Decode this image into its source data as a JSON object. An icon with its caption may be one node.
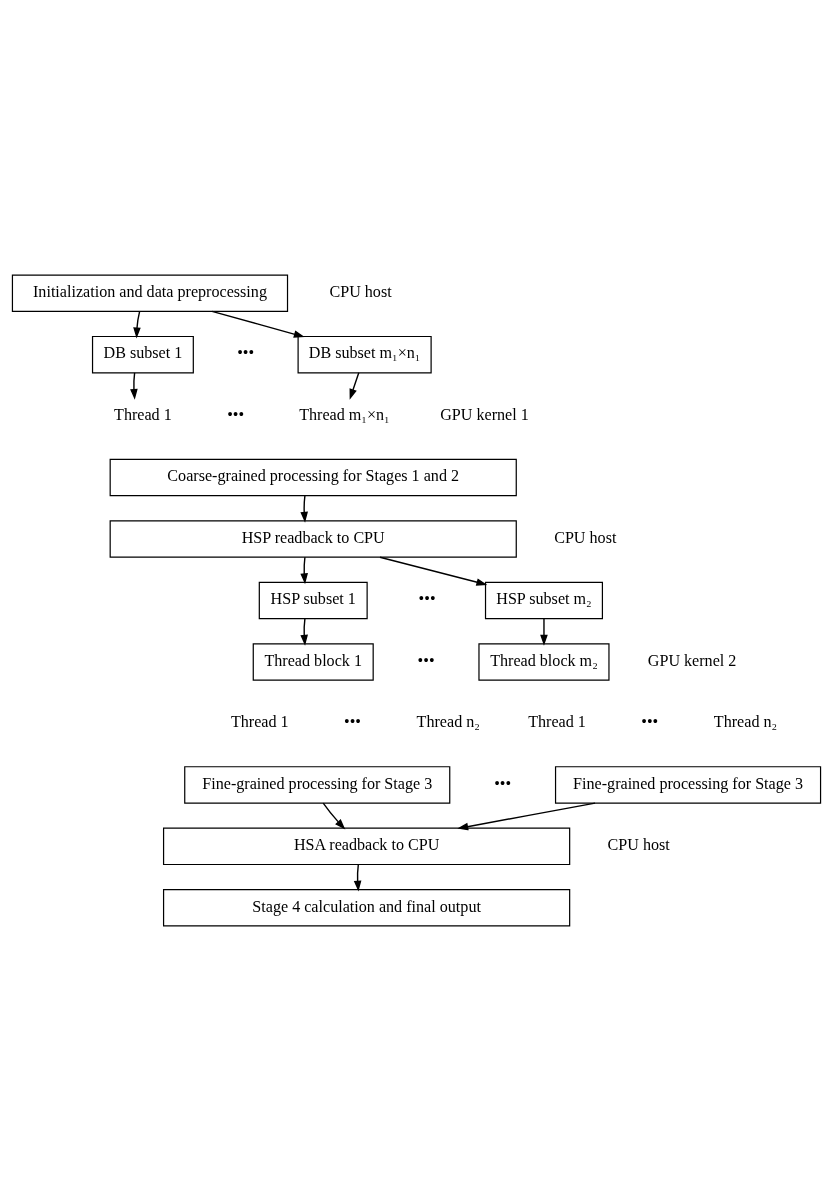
{
  "diagram": {
    "nodes": [
      {
        "text": [
          "Initialization and data preprocessing"
        ]
      },
      {
        "text": [
          "DB subset 1"
        ]
      },
      {
        "text": [
          "DB subset m₁×n₁"
        ]
      },
      {
        "text": [
          "Thread 1"
        ]
      },
      {
        "text": [
          "Thread m₁×n₁"
        ]
      },
      {
        "text": [
          "Coarse-grained processing for Stages 1 and 2"
        ]
      },
      {
        "text": [
          "HSP readback to CPU"
        ]
      },
      {
        "text": [
          "HSP subset 1"
        ]
      },
      {
        "text": [
          "HSP subset m₂"
        ]
      },
      {
        "text": [
          "Thread block 1"
        ]
      },
      {
        "text": [
          "Thread block m₂"
        ]
      },
      {
        "text": [
          "Fine-grained processing for Stage 3"
        ]
      },
      {
        "text": [
          "Fine-grained processing for Stage 3"
        ]
      },
      {
        "text": [
          "HSA readback to CPU"
        ]
      },
      {
        "text": [
          "Stage 4 calculation and final output"
        ]
      }
    ],
    "edges": [
      {
        "from": 0,
        "to": 1,
        "arrow": "to"
      },
      {
        "from": 0,
        "to": 2,
        "arrow": "to"
      },
      {
        "from": 1,
        "to": 3,
        "arrow": "to"
      },
      {
        "from": 2,
        "to": 4,
        "arrow": "to"
      },
      {
        "from": 5,
        "to": 6,
        "arrow": "to"
      },
      {
        "from": 6,
        "to": 7,
        "arrow": "to"
      },
      {
        "from": 6,
        "to": 8,
        "arrow": "to"
      },
      {
        "from": 7,
        "to": 9,
        "arrow": "to"
      },
      {
        "from": 8,
        "to": 10,
        "arrow": "to"
      },
      {
        "from": 11,
        "to": 13,
        "arrow": "to"
      },
      {
        "from": 12,
        "to": 13,
        "arrow": "to"
      },
      {
        "from": 13,
        "to": 14,
        "arrow": "to"
      }
    ],
    "labels": [
      "CPU host",
      "•••",
      "•••",
      "GPU kernel 1",
      "CPU host",
      "•••",
      "•••",
      "Thread 1",
      "•••",
      "Thread n₂",
      "Thread 1",
      "•••",
      "Thread n₂",
      "GPU kernel 2",
      "•••",
      "CPU host"
    ]
  }
}
